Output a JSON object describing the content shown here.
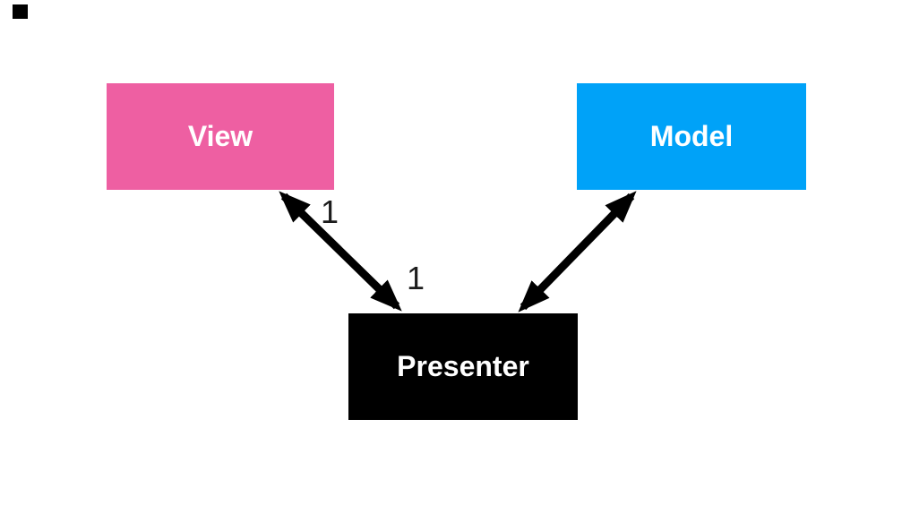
{
  "diagram": {
    "type": "architecture-diagram",
    "pattern_depicted": "Model-View-Presenter",
    "background_color": "#ffffff",
    "nodes": [
      {
        "id": "view",
        "label": "View",
        "fill": "#ee5fa2",
        "text_color": "#ffffff"
      },
      {
        "id": "model",
        "label": "Model",
        "fill": "#00a2f8",
        "text_color": "#ffffff"
      },
      {
        "id": "presenter",
        "label": "Presenter",
        "fill": "#000000",
        "text_color": "#ffffff"
      }
    ],
    "edges": [
      {
        "from": "view",
        "to": "presenter",
        "style": "double-headed-arrow",
        "color": "#000000"
      },
      {
        "from": "model",
        "to": "presenter",
        "style": "double-headed-arrow",
        "color": "#000000"
      }
    ],
    "edge_labels": [
      {
        "text": "1",
        "edge": "view-presenter",
        "position": "near-view-end"
      },
      {
        "text": "1",
        "edge": "view-presenter",
        "position": "near-presenter-end"
      }
    ],
    "label_color": "#1c1c1c"
  }
}
